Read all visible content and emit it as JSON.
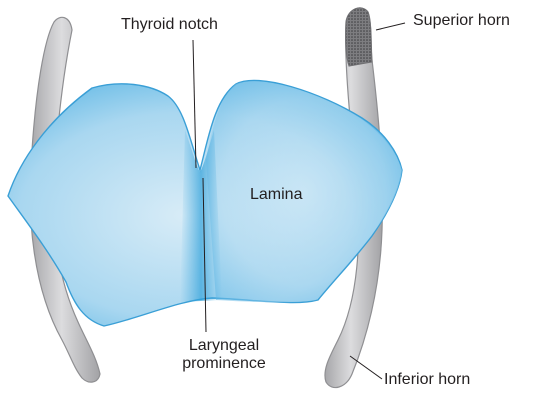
{
  "labels": {
    "thyroid_notch": "Thyroid notch",
    "superior_horn": "Superior horn",
    "lamina": "Lamina",
    "laryngeal_prominence_line1": "Laryngeal",
    "laryngeal_prominence_line2": "prominence",
    "inferior_horn": "Inferior horn"
  },
  "colors": {
    "cartilage_light": "#dceef8",
    "cartilage_mid": "#8fcbec",
    "cartilage_dark": "#3aa6dc",
    "horn_fill": "#c9c9cb",
    "horn_stroke": "#8f8f92",
    "text": "#231f20"
  }
}
